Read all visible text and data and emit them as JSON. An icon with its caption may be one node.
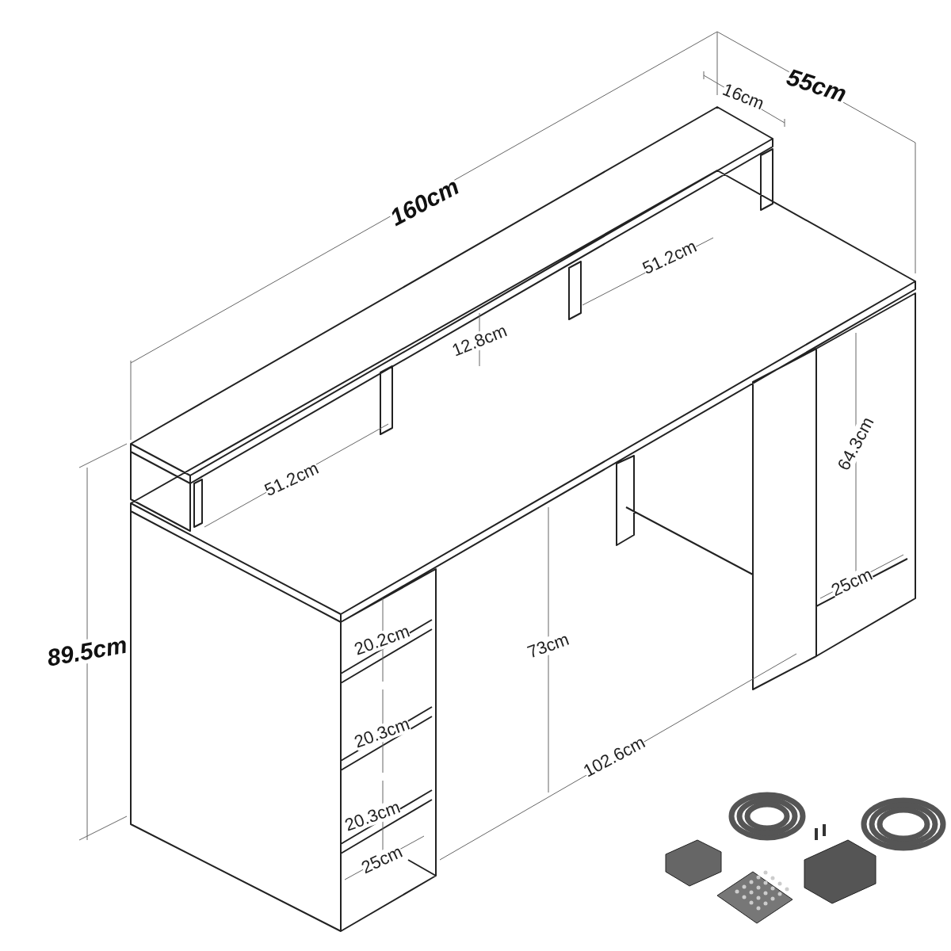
{
  "diagram": {
    "labels": [
      "55cm",
      "16cm",
      "160cm",
      "51.2cm",
      "12.8cm",
      "64.3cm",
      "51.2cm",
      "25cm",
      "20.2cm",
      "73cm",
      "89.5cm",
      "20.3cm",
      "102.6cm",
      "20.3cm",
      "25cm"
    ]
  }
}
